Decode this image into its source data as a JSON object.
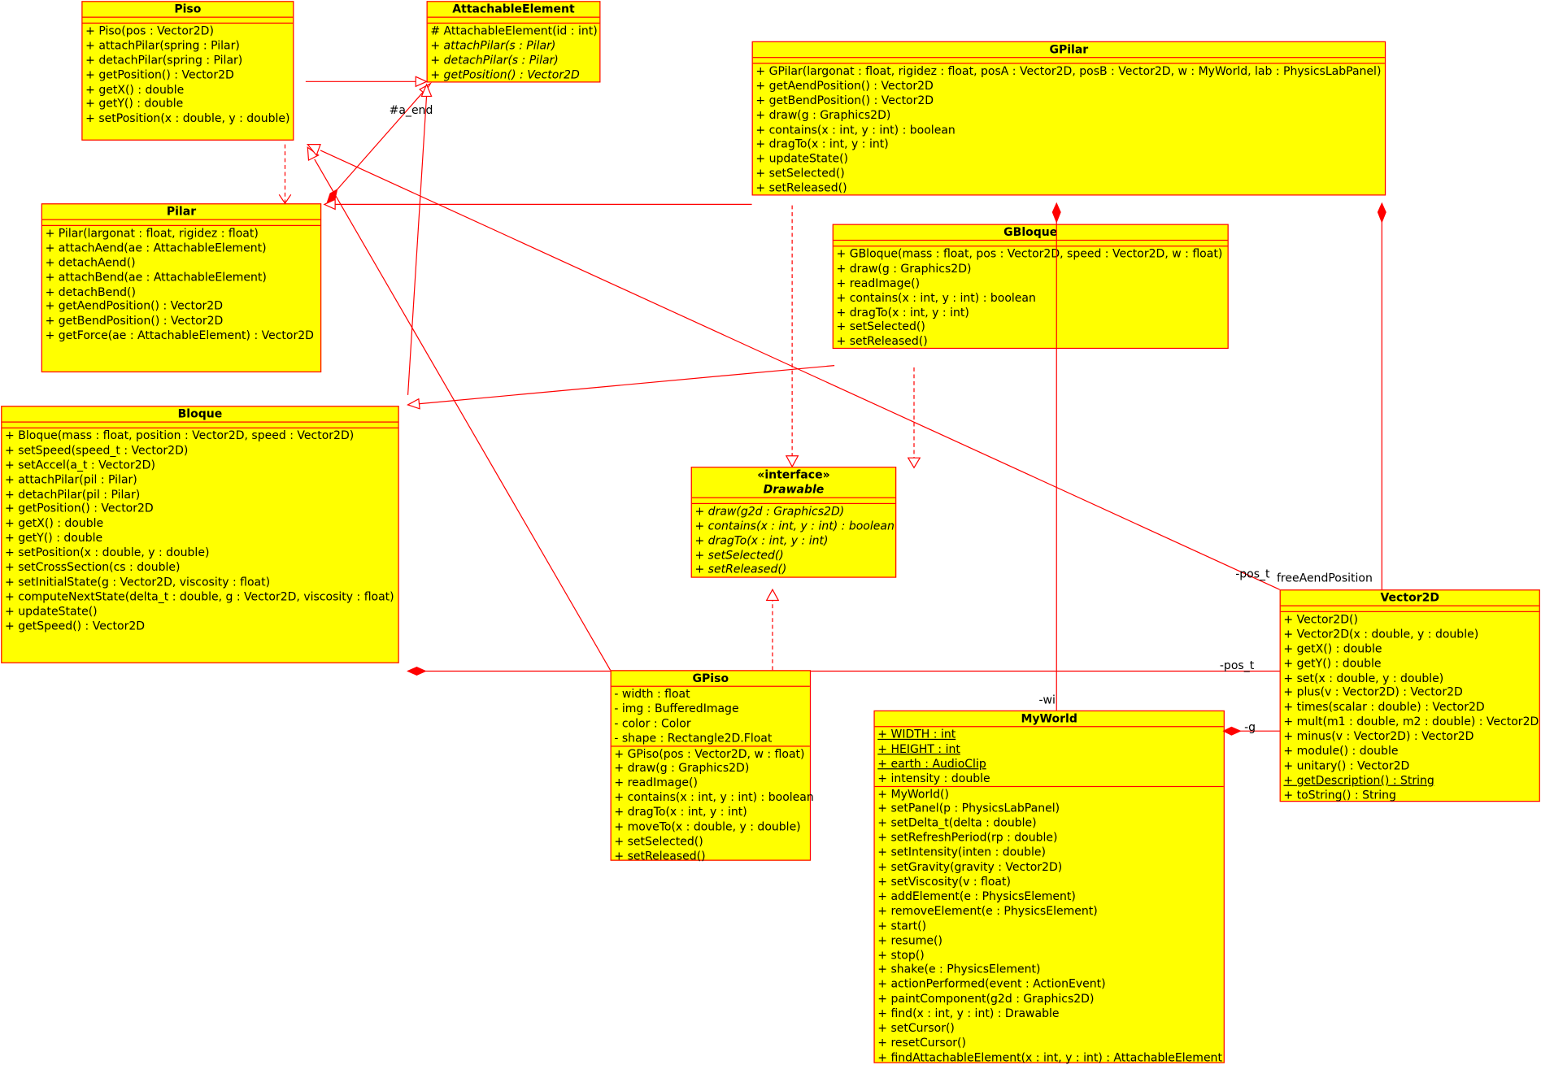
{
  "colors": {
    "fill": "#ffff00",
    "stroke": "#ff0000",
    "text": "#000000"
  },
  "classes": {
    "piso": {
      "name": "Piso",
      "attributes": [],
      "methods": [
        {
          "t": "+ Piso(pos : Vector2D)"
        },
        {
          "t": "+ attachPilar(spring : Pilar)"
        },
        {
          "t": "+ detachPilar(spring : Pilar)"
        },
        {
          "t": "+ getPosition() : Vector2D"
        },
        {
          "t": "+ getX() : double"
        },
        {
          "t": "+ getY() : double"
        },
        {
          "t": "+ setPosition(x : double, y : double)"
        }
      ]
    },
    "attachable": {
      "name": "AttachableElement",
      "attributes": [],
      "methods": [
        {
          "t": "# AttachableElement(id : int)"
        },
        {
          "t": "+ attachPilar(s : Pilar)",
          "abstract": true
        },
        {
          "t": "+ detachPilar(s : Pilar)",
          "abstract": true
        },
        {
          "t": "+ getPosition() : Vector2D",
          "abstract": true
        }
      ]
    },
    "gpilar": {
      "name": "GPilar",
      "attributes": [],
      "methods": [
        {
          "t": "+ GPilar(largonat : float, rigidez : float, posA : Vector2D, posB : Vector2D, w : MyWorld, lab : PhysicsLabPanel)"
        },
        {
          "t": "+ getAendPosition() : Vector2D"
        },
        {
          "t": "+ getBendPosition() : Vector2D"
        },
        {
          "t": "+ draw(g : Graphics2D)"
        },
        {
          "t": "+ contains(x : int, y : int) : boolean"
        },
        {
          "t": "+ dragTo(x : int, y : int)"
        },
        {
          "t": "+ updateState()"
        },
        {
          "t": "+ setSelected()"
        },
        {
          "t": "+ setReleased()"
        }
      ]
    },
    "pilar": {
      "name": "Pilar",
      "attributes": [],
      "methods": [
        {
          "t": "+ Pilar(largonat : float, rigidez : float)"
        },
        {
          "t": "+ attachAend(ae : AttachableElement)"
        },
        {
          "t": "+ detachAend()"
        },
        {
          "t": "+ attachBend(ae : AttachableElement)"
        },
        {
          "t": "+ detachBend()"
        },
        {
          "t": "+ getAendPosition() : Vector2D"
        },
        {
          "t": "+ getBendPosition() : Vector2D"
        },
        {
          "t": "+ getForce(ae : AttachableElement) : Vector2D"
        }
      ]
    },
    "gbloque": {
      "name": "GBloque",
      "attributes": [],
      "methods": [
        {
          "t": "+ GBloque(mass : float, pos : Vector2D, speed : Vector2D, w : float)"
        },
        {
          "t": "+ draw(g : Graphics2D)"
        },
        {
          "t": "+ readImage()"
        },
        {
          "t": "+ contains(x : int, y : int) : boolean"
        },
        {
          "t": "+ dragTo(x : int, y : int)"
        },
        {
          "t": "+ setSelected()"
        },
        {
          "t": "+ setReleased()"
        }
      ]
    },
    "bloque": {
      "name": "Bloque",
      "attributes": [],
      "methods": [
        {
          "t": "+ Bloque(mass : float, position : Vector2D, speed : Vector2D)"
        },
        {
          "t": "+ setSpeed(speed_t : Vector2D)"
        },
        {
          "t": "+ setAccel(a_t : Vector2D)"
        },
        {
          "t": "+ attachPilar(pil : Pilar)"
        },
        {
          "t": "+ detachPilar(pil : Pilar)"
        },
        {
          "t": "+ getPosition() : Vector2D"
        },
        {
          "t": "+ getX() : double"
        },
        {
          "t": "+ getY() : double"
        },
        {
          "t": "+ setPosition(x : double, y : double)"
        },
        {
          "t": "+ setCrossSection(cs : double)"
        },
        {
          "t": "+ setInitialState(g : Vector2D, viscosity : float)"
        },
        {
          "t": "+ computeNextState(delta_t : double, g : Vector2D, viscosity : float)"
        },
        {
          "t": "+ updateState()"
        },
        {
          "t": "+ getSpeed() : Vector2D"
        }
      ]
    },
    "drawable": {
      "name": "Drawable",
      "stereotype": "«interface»",
      "abstract_name": true,
      "attributes": [],
      "methods": [
        {
          "t": "+ draw(g2d : Graphics2D)",
          "abstract": true
        },
        {
          "t": "+ contains(x : int, y : int) : boolean",
          "abstract": true
        },
        {
          "t": "+ dragTo(x : int, y : int)",
          "abstract": true
        },
        {
          "t": "+ setSelected()",
          "abstract": true
        },
        {
          "t": "+ setReleased()",
          "abstract": true
        }
      ]
    },
    "vector2d": {
      "name": "Vector2D",
      "attributes": [],
      "methods": [
        {
          "t": "+ Vector2D()"
        },
        {
          "t": "+ Vector2D(x : double, y : double)"
        },
        {
          "t": "+ getX() : double"
        },
        {
          "t": "+ getY() : double"
        },
        {
          "t": "+ set(x : double, y : double)"
        },
        {
          "t": "+ plus(v : Vector2D) : Vector2D"
        },
        {
          "t": "+ times(scalar : double) : Vector2D"
        },
        {
          "t": "+ mult(m1 : double, m2 : double) : Vector2D"
        },
        {
          "t": "+ minus(v : Vector2D) : Vector2D"
        },
        {
          "t": "+ module() : double"
        },
        {
          "t": "+ unitary() : Vector2D"
        },
        {
          "t": "+ getDescription() : String",
          "static": true
        },
        {
          "t": "+ toString() : String"
        }
      ]
    },
    "gpiso": {
      "name": "GPiso",
      "attributes": [
        {
          "t": "- width : float"
        },
        {
          "t": "- img : BufferedImage"
        },
        {
          "t": "- color : Color"
        },
        {
          "t": "- shape : Rectangle2D.Float"
        }
      ],
      "methods": [
        {
          "t": "+ GPiso(pos : Vector2D, w : float)"
        },
        {
          "t": "+ draw(g : Graphics2D)"
        },
        {
          "t": "+ readImage()"
        },
        {
          "t": "+ contains(x : int, y : int) : boolean"
        },
        {
          "t": "+ dragTo(x : int, y : int)"
        },
        {
          "t": "+ moveTo(x : double, y : double)"
        },
        {
          "t": "+ setSelected()"
        },
        {
          "t": "+ setReleased()"
        }
      ]
    },
    "myworld": {
      "name": "MyWorld",
      "attributes": [
        {
          "t": "+ WIDTH : int",
          "static": true
        },
        {
          "t": "+ HEIGHT : int",
          "static": true
        },
        {
          "t": "+ earth : AudioClip",
          "static": true
        },
        {
          "t": "+ intensity : double"
        }
      ],
      "methods": [
        {
          "t": "+ MyWorld()"
        },
        {
          "t": "+ setPanel(p : PhysicsLabPanel)"
        },
        {
          "t": "+ setDelta_t(delta : double)"
        },
        {
          "t": "+ setRefreshPeriod(rp : double)"
        },
        {
          "t": "+ setIntensity(inten : double)"
        },
        {
          "t": "+ setGravity(gravity : Vector2D)"
        },
        {
          "t": "+ setViscosity(v : float)"
        },
        {
          "t": "+ addElement(e : PhysicsElement)"
        },
        {
          "t": "+ removeElement(e : PhysicsElement)"
        },
        {
          "t": "+ start()"
        },
        {
          "t": "+ resume()"
        },
        {
          "t": "+ stop()"
        },
        {
          "t": "+ shake(e : PhysicsElement)"
        },
        {
          "t": "+ actionPerformed(event : ActionEvent)"
        },
        {
          "t": "+ paintComponent(g2d : Graphics2D)"
        },
        {
          "t": "+ find(x : int, y : int) : Drawable"
        },
        {
          "t": "+ setCursor()"
        },
        {
          "t": "+ resetCursor()"
        },
        {
          "t": "+ findAttachableElement(x : int, y : int) : AttachableElement"
        }
      ]
    }
  },
  "edge_labels": {
    "a_end": "#a_end",
    "pos_t_1": "-pos_t",
    "free_aend": "freeAendPosition",
    "pos_t_2": "-pos_t",
    "wi": "-wi",
    "g": "-g"
  }
}
